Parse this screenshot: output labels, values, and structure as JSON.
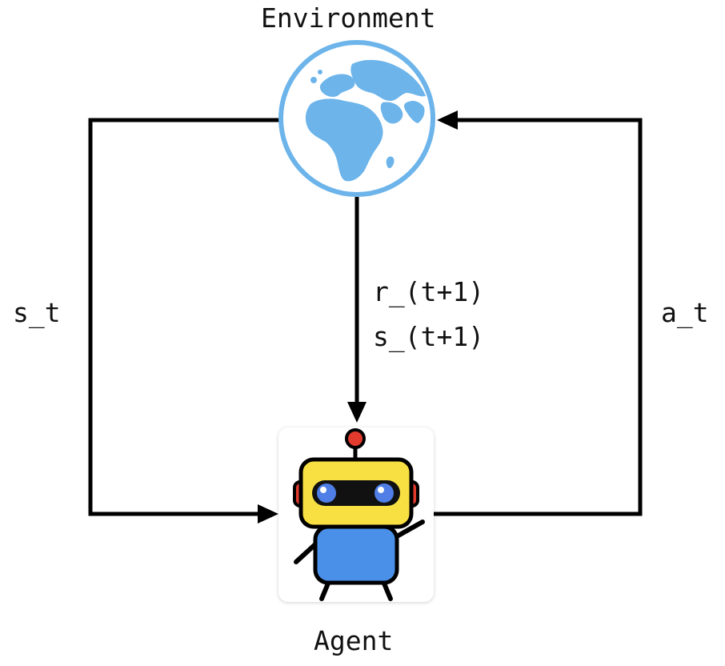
{
  "environment": {
    "title": "Environment",
    "icon": "globe-icon",
    "color": "#6cb4ea"
  },
  "agent": {
    "title": "Agent",
    "icon": "robot-icon",
    "colors": {
      "head": "#f9e042",
      "body": "#4a8fe8",
      "antenna": "#e23b2e",
      "eyes": "#4e7ee6"
    }
  },
  "edges": {
    "left": "s_t",
    "right": "a_t",
    "center_reward": "r_(t+1)",
    "center_state": "s_(t+1)"
  }
}
